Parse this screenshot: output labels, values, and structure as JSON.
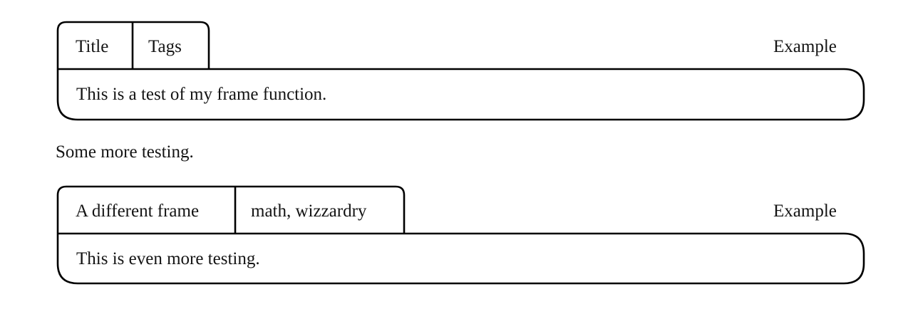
{
  "document": {
    "background_color": "#ffffff",
    "text_color": "#141414",
    "stroke_color": "#000000"
  },
  "frames": [
    {
      "name": "first-frame",
      "tabs": [
        {
          "label": "Title"
        },
        {
          "label": "Tags"
        }
      ],
      "side_label": "Example",
      "body_text": "This is a test of my frame function."
    },
    {
      "name": "second-frame",
      "tabs": [
        {
          "label": "A different frame"
        },
        {
          "label": "math, wizzardry"
        }
      ],
      "side_label": "Example",
      "body_text": "This is even more testing."
    }
  ],
  "paragraphs": [
    {
      "text": "Some more testing."
    }
  ]
}
